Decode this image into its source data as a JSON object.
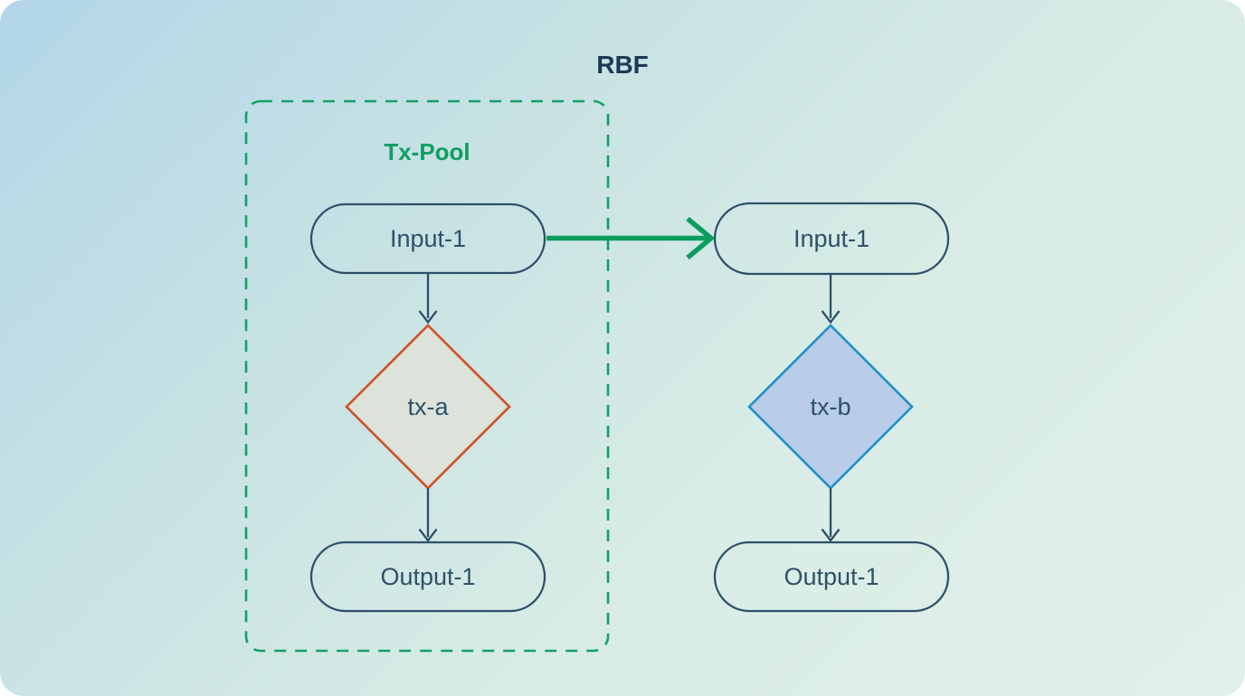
{
  "title": "RBF",
  "pool": {
    "label": "Tx-Pool"
  },
  "nodes": {
    "pool_input": {
      "label": "Input-1",
      "shape": "pill"
    },
    "tx_a": {
      "label": "tx-a",
      "shape": "diamond"
    },
    "pool_output": {
      "label": "Output-1",
      "shape": "pill"
    },
    "replacement_input": {
      "label": "Input-1",
      "shape": "pill"
    },
    "tx_b": {
      "label": "tx-b",
      "shape": "diamond"
    },
    "replacement_output": {
      "label": "Output-1",
      "shape": "pill"
    }
  },
  "edges": [
    {
      "from": "pool_input",
      "to": "tx_a",
      "style": "navy-arrow"
    },
    {
      "from": "tx_a",
      "to": "pool_output",
      "style": "navy-arrow"
    },
    {
      "from": "pool_input",
      "to": "replacement_input",
      "style": "green-bold-arrow"
    },
    {
      "from": "replacement_input",
      "to": "tx_b",
      "style": "navy-arrow"
    },
    {
      "from": "tx_b",
      "to": "replacement_output",
      "style": "navy-arrow"
    }
  ],
  "colors": {
    "background_start": "#b2d6e8",
    "background_end": "#e0f0e9",
    "title_text": "#1b3a52",
    "node_stroke": "#2e5069",
    "node_text": "#2e5069",
    "pool_border_green": "#12a066",
    "pool_label_green": "#0f9e63",
    "replace_arrow_green": "#0b9c5e",
    "tx_a_border": "#d04f27",
    "tx_a_fill": "#dce3da",
    "tx_b_border": "#2090c8",
    "tx_b_fill": "#b9cce8"
  }
}
